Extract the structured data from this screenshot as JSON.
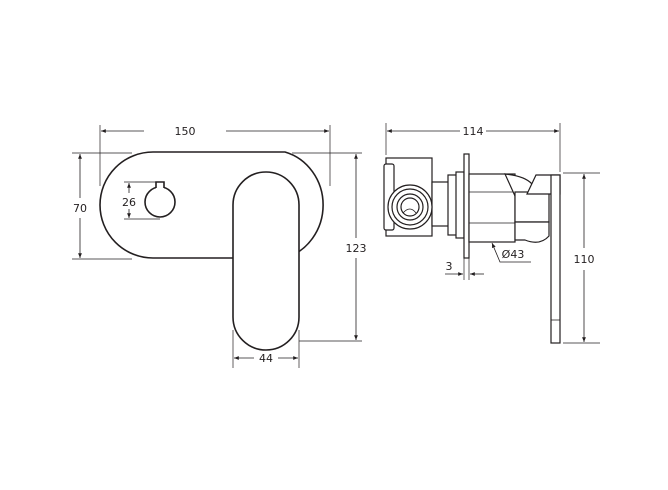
{
  "drawing": {
    "front_view": {
      "width_label": "150",
      "height_label": "70",
      "knob_label": "26",
      "lever_height_label": "123",
      "lever_width_label": "44"
    },
    "side_view": {
      "depth_label": "114",
      "height_label": "110",
      "plate_thickness_label": "3",
      "diameter_label": "Ø43"
    }
  },
  "colors": {
    "line": "#231f20",
    "background": "#ffffff"
  }
}
